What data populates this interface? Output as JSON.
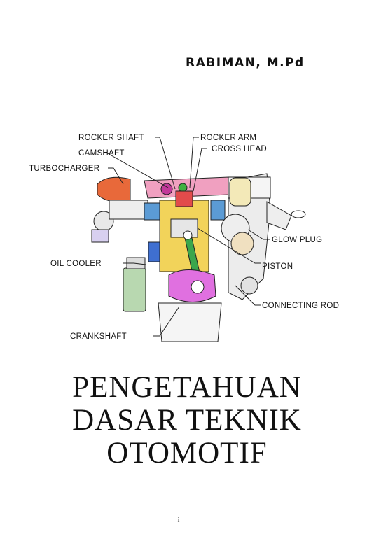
{
  "cover": {
    "author": "RABIMAN, M.Pd",
    "title_lines": [
      "PENGETAHUAN",
      "DASAR TEKNIK",
      "OTOMOTIF"
    ],
    "page_number": "i"
  },
  "diagram": {
    "labels": {
      "rocker_shaft": "ROCKER SHAFT",
      "rocker_arm": "ROCKER ARM",
      "cross_head": "CROSS HEAD",
      "camshaft": "CAMSHAFT",
      "turbocharger": "TURBOCHARGER",
      "glow_plug": "GLOW PLUG",
      "oil_cooler": "OIL COOLER",
      "piston": "PISTON",
      "connecting_rod": "CONNECTING ROD",
      "crankshaft": "CRANKSHAFT"
    },
    "colors": {
      "turbo": "#e8693a",
      "head": "#f0a0c0",
      "cylinder_yellow": "#f2d35a",
      "blue_parts": "#5b9bd5",
      "conrod_green": "#3aa64c",
      "crank_pink": "#e070e0",
      "filter_green": "#b8d8b0",
      "gray_body": "#c8c8c8",
      "line": "#222222"
    }
  }
}
